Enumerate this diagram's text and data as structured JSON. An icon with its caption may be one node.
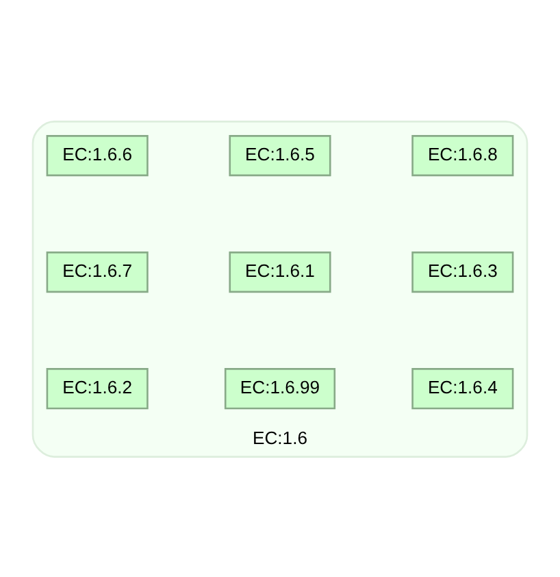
{
  "diagram": {
    "nodes": [
      {
        "text": [
          "EC:1.6"
        ]
      },
      {
        "text": [
          "EC:1.6.8"
        ],
        "in": 0
      },
      {
        "text": [
          "EC:1.6.5"
        ],
        "in": 0
      },
      {
        "text": [
          "EC:1.6.6"
        ],
        "in": 0
      },
      {
        "text": [
          "EC:1.6.3"
        ],
        "in": 0
      },
      {
        "text": [
          "EC:1.6.1"
        ],
        "in": 0
      },
      {
        "text": [
          "EC:1.6.7"
        ],
        "in": 0
      },
      {
        "text": [
          "EC:1.6.4"
        ],
        "in": 0
      },
      {
        "text": [
          "EC:1.6.99"
        ],
        "in": 0
      },
      {
        "text": [
          "EC:1.6.2"
        ],
        "in": 0
      }
    ],
    "edges": []
  }
}
